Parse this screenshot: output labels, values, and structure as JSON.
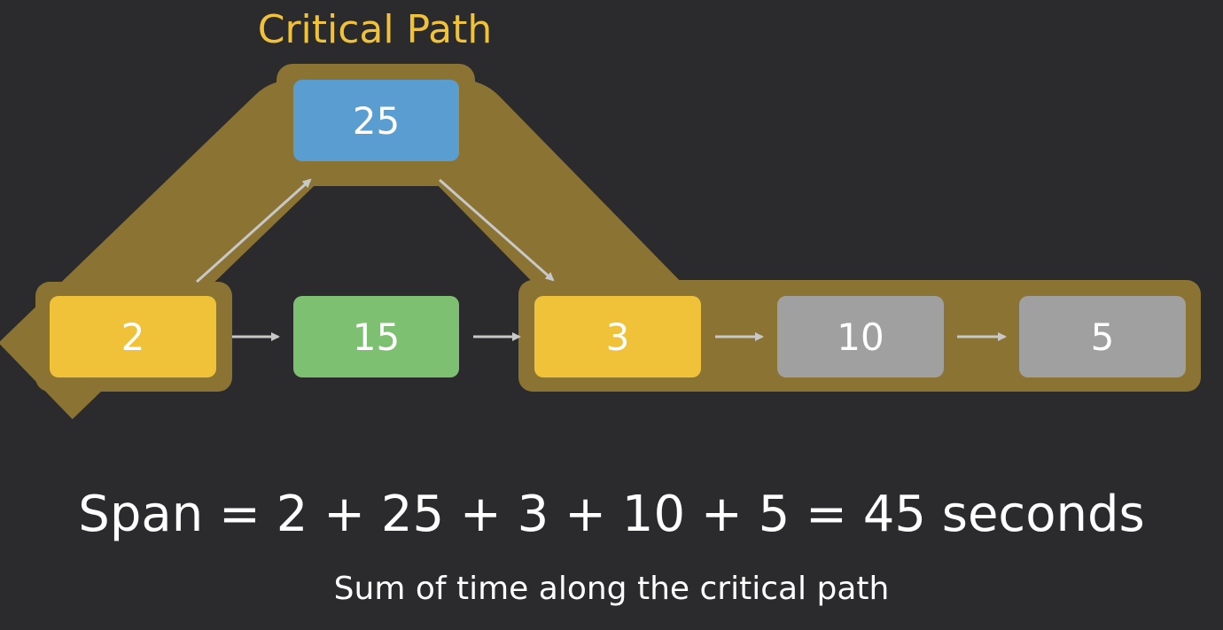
{
  "title": "Critical Path",
  "nodes": [
    {
      "id": "n1",
      "value": "2",
      "color": "#f0c23a",
      "on_critical_path": true
    },
    {
      "id": "n2",
      "value": "25",
      "color": "#5a9ed1",
      "on_critical_path": true
    },
    {
      "id": "n3",
      "value": "15",
      "color": "#7ec071",
      "on_critical_path": false
    },
    {
      "id": "n4",
      "value": "3",
      "color": "#f0c23a",
      "on_critical_path": true
    },
    {
      "id": "n5",
      "value": "10",
      "color": "#a0a0a0",
      "on_critical_path": true
    },
    {
      "id": "n6",
      "value": "5",
      "color": "#a0a0a0",
      "on_critical_path": true
    }
  ],
  "edges": [
    {
      "from": "n1",
      "to": "n2"
    },
    {
      "from": "n1",
      "to": "n3"
    },
    {
      "from": "n2",
      "to": "n4"
    },
    {
      "from": "n3",
      "to": "n4"
    },
    {
      "from": "n4",
      "to": "n5"
    },
    {
      "from": "n5",
      "to": "n6"
    }
  ],
  "colors": {
    "background": "#2b2a2d",
    "critical_path_highlight": "#8a7333",
    "arrow": "#c8c8c8",
    "title": "#f0c23a"
  },
  "formula": "Span = 2 + 25 + 3 + 10 + 5 = 45 seconds",
  "caption": "Sum of time along the critical path"
}
